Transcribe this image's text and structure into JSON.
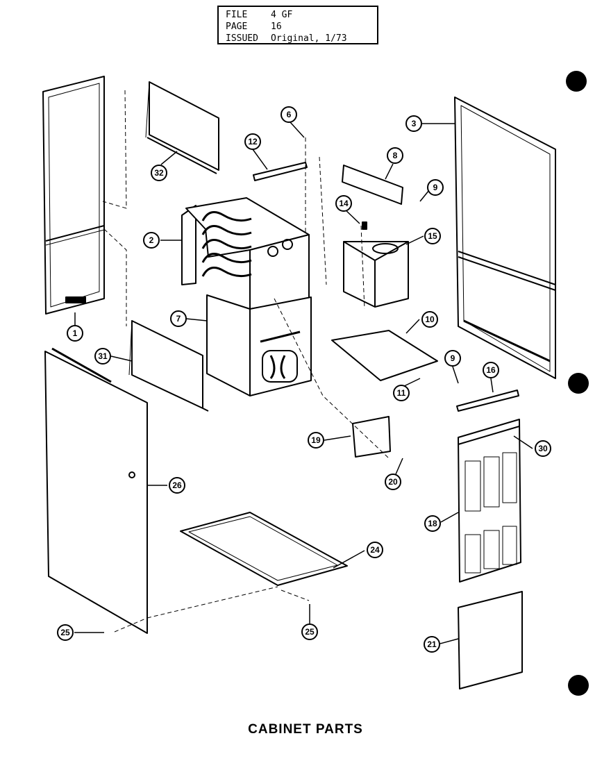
{
  "header": {
    "file_label": "FILE",
    "file_value": "4 GF",
    "page_label": "PAGE",
    "page_value": "16",
    "issued_label": "ISSUED",
    "issued_value": "Original, 1/73"
  },
  "caption": "CABINET PARTS",
  "callouts": [
    "1",
    "2",
    "3",
    "6",
    "7",
    "8",
    "9",
    "9",
    "10",
    "11",
    "12",
    "14",
    "15",
    "16",
    "18",
    "19",
    "20",
    "21",
    "24",
    "25",
    "25",
    "26",
    "30",
    "31",
    "32"
  ]
}
